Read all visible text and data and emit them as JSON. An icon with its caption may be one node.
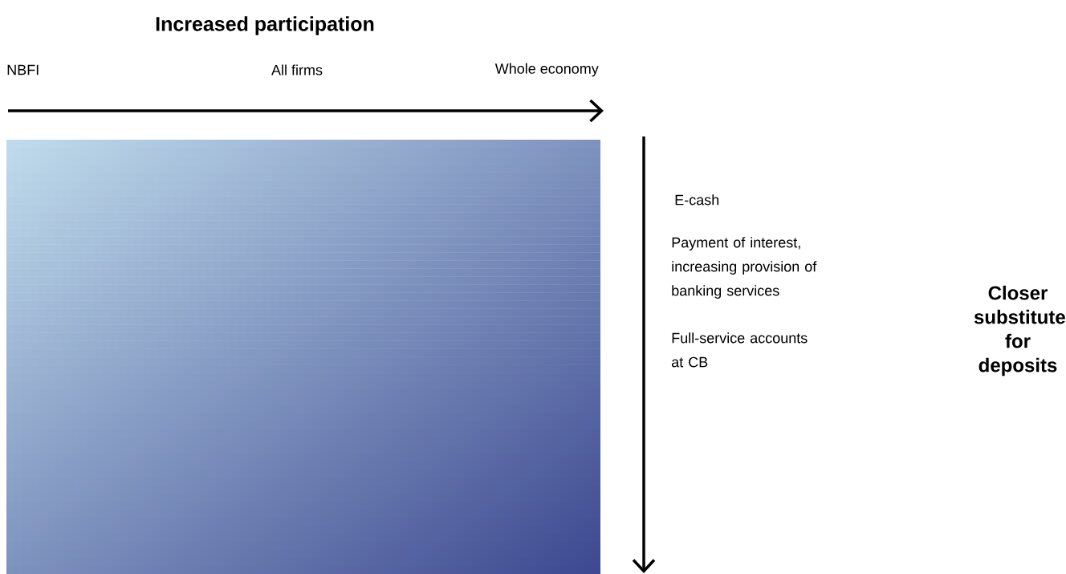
{
  "diagram": {
    "title": "Increased participation",
    "labels": [
      "NBFI",
      "All firms",
      "Whole economy",
      "E-cash",
      "Payment of interest, increasing provision of banking services",
      "Full-service accounts at CB",
      "Closer substitute for deposits"
    ]
  }
}
